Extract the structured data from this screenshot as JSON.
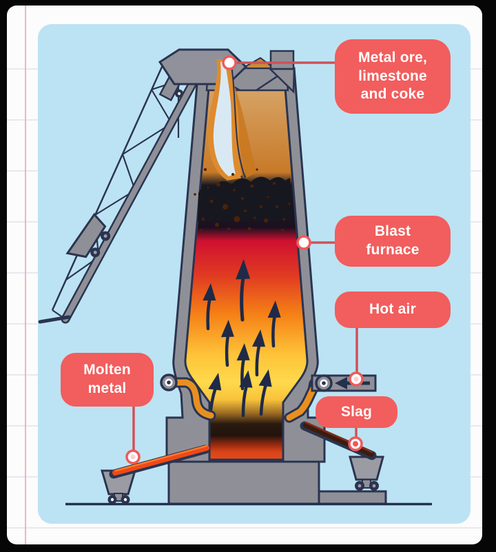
{
  "figure": {
    "subject": "Blast furnace cross-section infographic on ruled notebook paper"
  },
  "labels": {
    "metal_ore": "Metal ore,\nlimestone\nand coke",
    "blast_furnace": "Blast\nfurnace",
    "hot_air": "Hot air",
    "slag": "Slag",
    "molten_metal": "Molten\nmetal"
  },
  "colors": {
    "frame_bg": "#060607",
    "paper_bg": "#fcfcfd",
    "ruled_line": "#e7e9ee",
    "margin_line": "#efb3ba",
    "panel_bg": "#bce3f3",
    "label_bg": "#f25d5d",
    "label_text": "#ffffff",
    "connector": "#d15156",
    "outline_navy": "#2a3450",
    "furnace_gray": "#8f9097",
    "flame_red": "#d01030",
    "flame_orange": "#f57f16",
    "flame_yellow": "#ffd84c",
    "molten_metal_orange": "#f04818",
    "pipe_orange": "#e8901f"
  }
}
